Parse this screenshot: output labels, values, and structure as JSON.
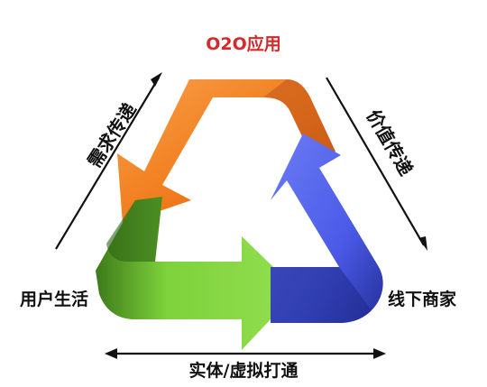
{
  "diagram": {
    "title": "O2O应用",
    "nodes": {
      "left": "用户生活",
      "right": "线下商家"
    },
    "edges": {
      "left_diagonal": "需求传递",
      "right_diagonal": "价值传递",
      "bottom": "实体/虚拟打通"
    },
    "colors": {
      "title": "#d42a2a",
      "orange_arrow": "#f07a1a",
      "green_arrow": "#7ed23a",
      "blue_arrow": "#4b5be8",
      "text": "#111111"
    }
  }
}
